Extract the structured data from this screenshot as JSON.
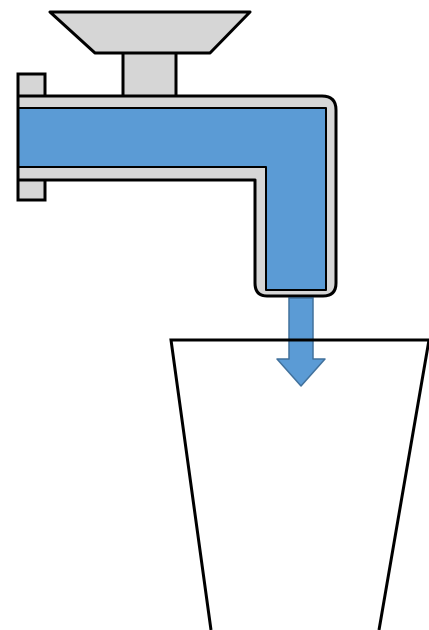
{
  "diagram": {
    "components": [
      {
        "name": "tap-knob",
        "shape": "handle"
      },
      {
        "name": "faucet",
        "shape": "pipe"
      },
      {
        "name": "water-stream",
        "shape": "arrow"
      },
      {
        "name": "cup",
        "shape": "tapered-container"
      }
    ],
    "colors": {
      "outline": "#000000",
      "metal": "#d6d6d6",
      "water": "#5b9bd5",
      "background": "#ffffff"
    },
    "flow_direction": "down"
  }
}
